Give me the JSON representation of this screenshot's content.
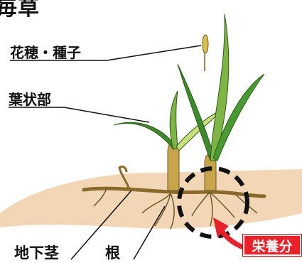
{
  "title": "毎草",
  "labels": {
    "seed": "花穂・種子",
    "leaf": "葉状部",
    "rhizome": "地下茎",
    "root": "根",
    "nutrient": "栄養分"
  },
  "colors": {
    "soil": "#f3d6b5",
    "leaf_light": "#c9e07a",
    "leaf_dark": "#3f8a2c",
    "stem": "#c8a44a",
    "root": "#6b5a2a",
    "dashed_circle": "#111111",
    "arrow": "#e8212b",
    "badge": "#e8212b"
  }
}
